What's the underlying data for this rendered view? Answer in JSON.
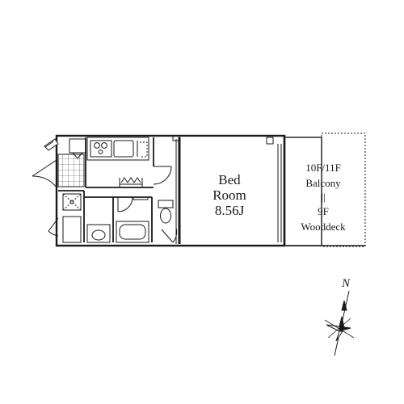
{
  "bedroom": {
    "line1": "Bed",
    "line2": "Room",
    "line3": "8.56J"
  },
  "balcony": {
    "line1": "10F/11F",
    "line2": "Balcony",
    "line3": "||",
    "line4": "9F",
    "line5": "Wooddeck"
  },
  "compass": {
    "north": "N"
  }
}
